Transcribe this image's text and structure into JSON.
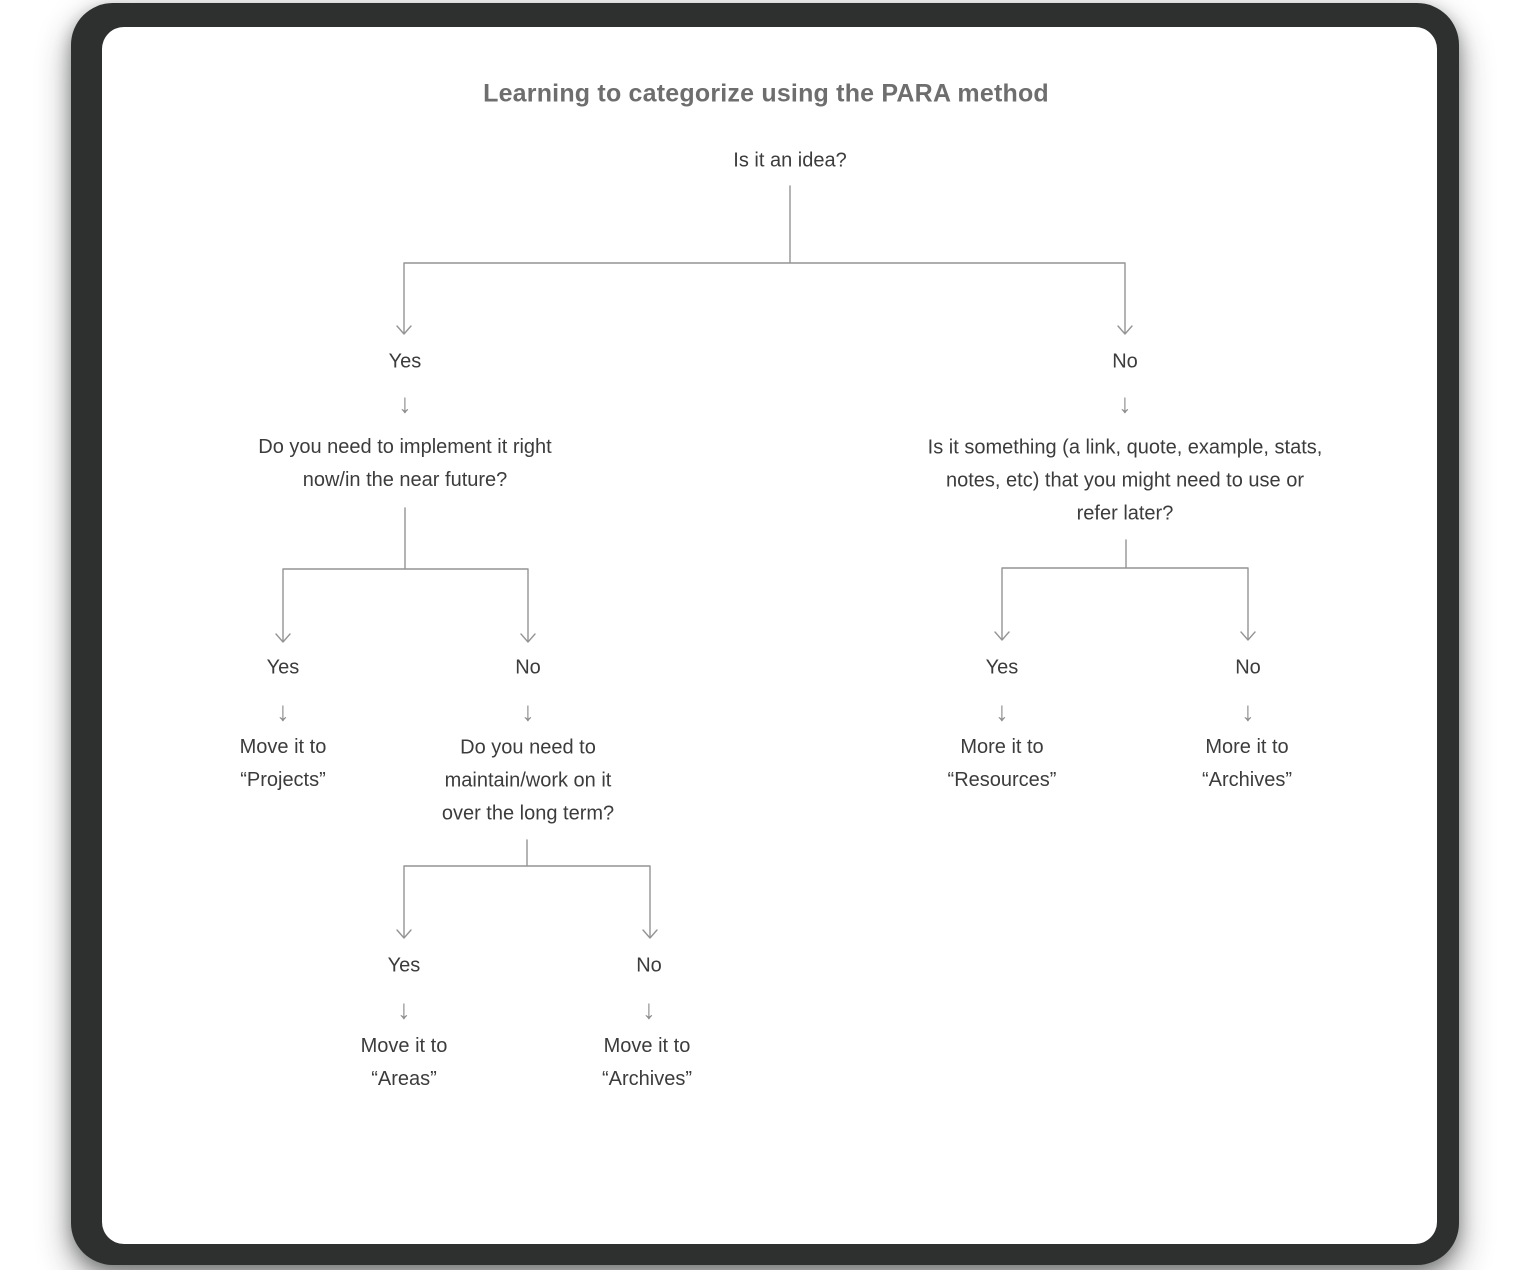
{
  "title": "Learning to categorize using the PARA method",
  "icons": {
    "down_arrow": "↓"
  },
  "colors": {
    "frame": "#2d302f",
    "card": "#ffffff",
    "title_text": "#6e6e6e",
    "node_text": "#3c3c3c",
    "line": "#949494"
  },
  "nodes": {
    "root": "Is it an idea?",
    "l1_yes": "Yes",
    "l1_no": "No",
    "q_implement": "Do you need to implement it right\nnow/in the near future?",
    "q_reference": "Is it something (a link, quote, example, stats,\nnotes, etc) that you might need to use or\nrefer later?",
    "l2_yes": "Yes",
    "l2_no": "No",
    "move_projects": "Move it to\n“Projects”",
    "q_maintain": "Do you need to\nmaintain/work on it\nover the long term?",
    "l3_yes": "Yes",
    "l3_no": "No",
    "more_resources": "More it to\n“Resources”",
    "more_archives": "More it to\n“Archives”",
    "l4_yes": "Yes",
    "l4_no": "No",
    "move_areas": "Move it to\n“Areas”",
    "move_archives": "Move it to\n“Archives”"
  }
}
